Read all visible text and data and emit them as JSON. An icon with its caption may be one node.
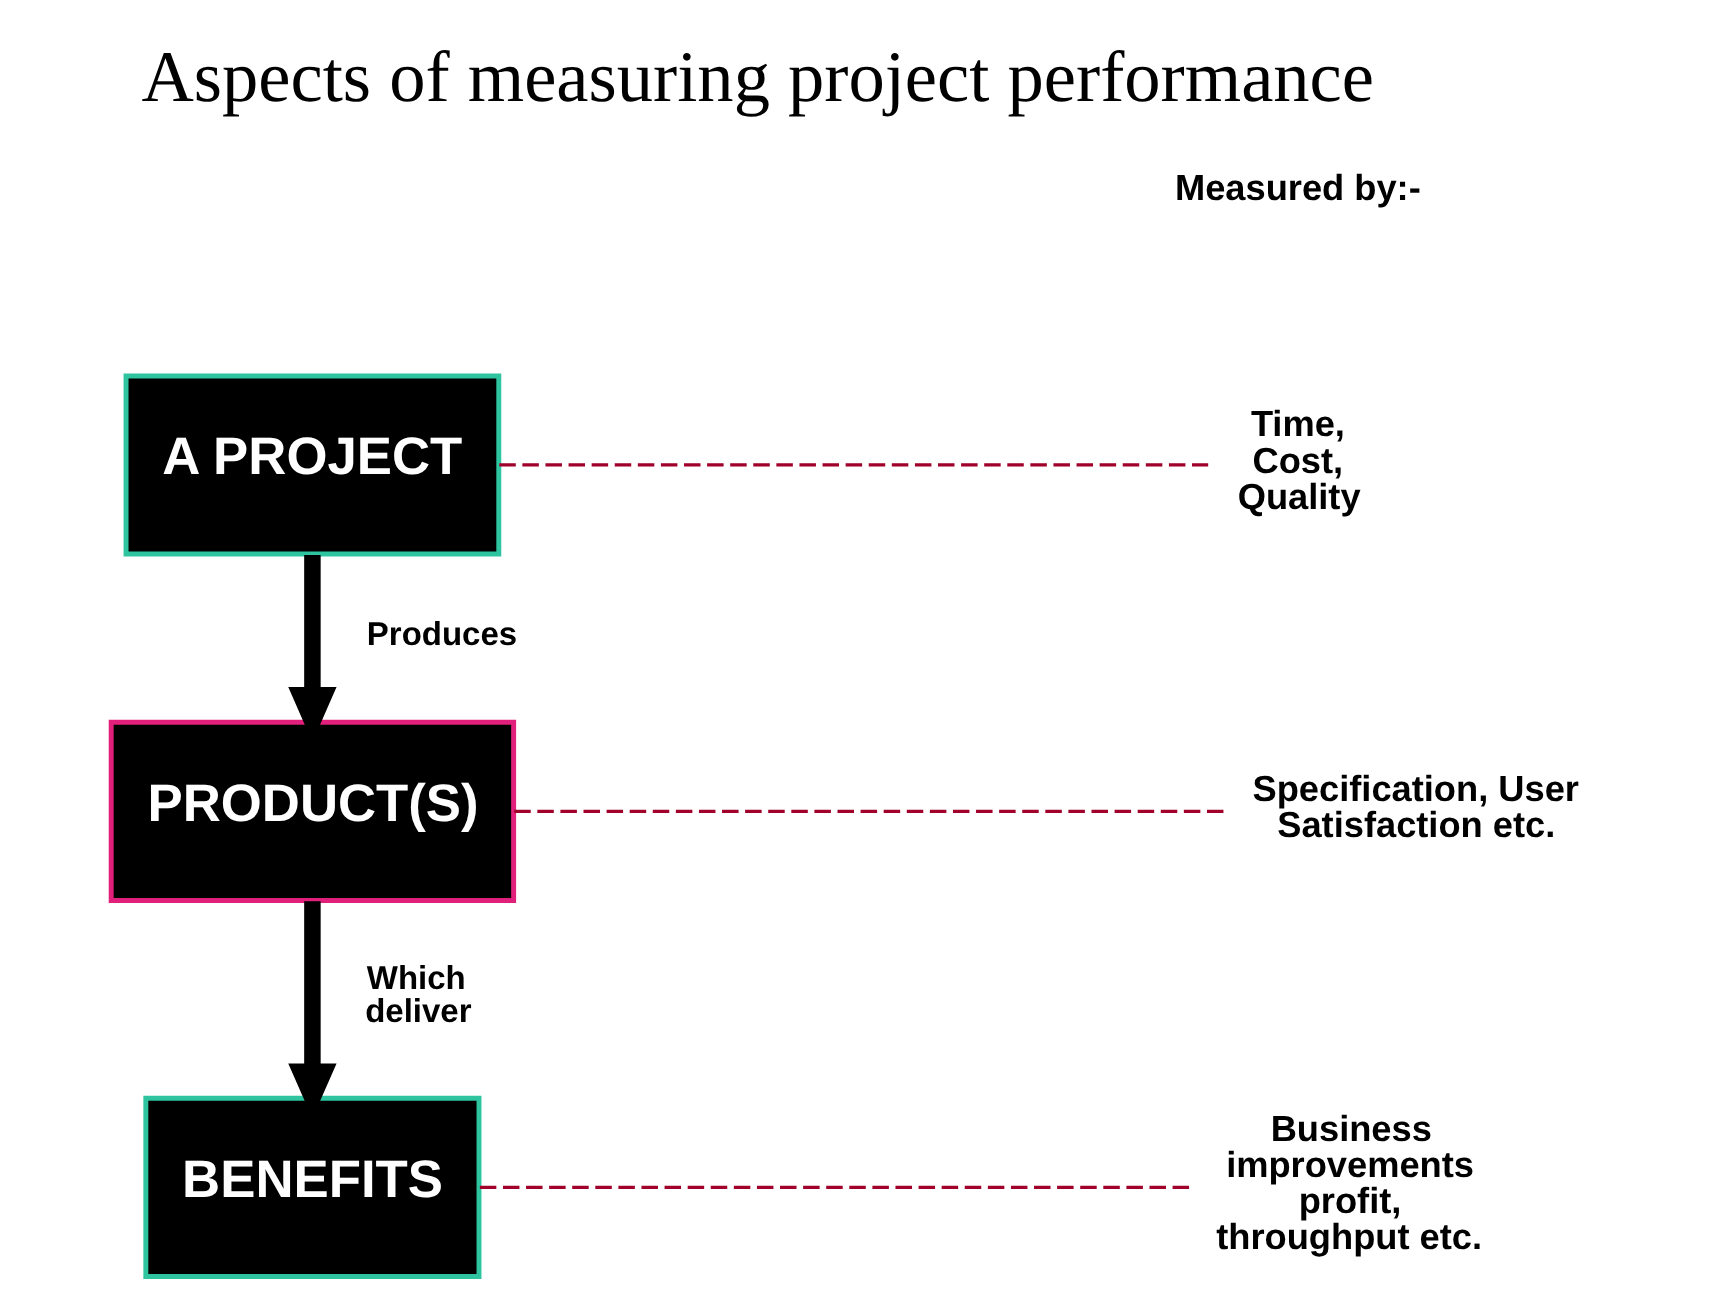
{
  "diagram": {
    "title": "Aspects of measuring project performance",
    "nodes": [
      {
        "text": [
          "A PROJECT"
        ]
      },
      {
        "text": [
          "PRODUCT(S)"
        ]
      },
      {
        "text": [
          "BENEFITS"
        ]
      },
      {
        "text": [
          "Time, Cost, Quality"
        ]
      },
      {
        "text": [
          "Specification, User Satisfaction etc."
        ]
      },
      {
        "text": [
          "Business improvements profit, throughput etc."
        ]
      }
    ],
    "edges": [
      {
        "from": 0,
        "to": 1,
        "arrow": "to",
        "label": "Produces",
        "style": "thick",
        "color": "#000000"
      },
      {
        "from": 1,
        "to": 2,
        "arrow": "to",
        "label": "Which deliver",
        "style": "thick",
        "color": "#000000"
      },
      {
        "from": 0,
        "to": 3,
        "arrow": "none",
        "style": "dashed",
        "color": "#a0002a"
      },
      {
        "from": 1,
        "to": 4,
        "arrow": "none",
        "style": "dashed",
        "color": "#a0002a"
      },
      {
        "from": 2,
        "to": 5,
        "arrow": "none",
        "style": "dashed",
        "color": "#a0002a"
      }
    ],
    "labels": [
      "Measured by:-"
    ]
  }
}
